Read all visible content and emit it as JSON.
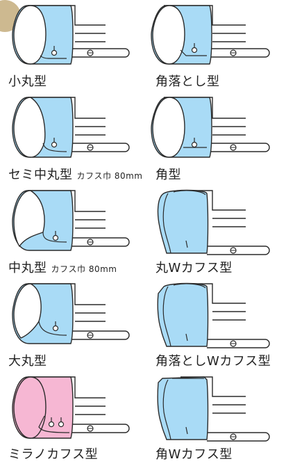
{
  "colors": {
    "cuff_fill": "#a9dbf6",
    "pink_fill": "#f6b7d3",
    "stroke": "#2a2a2a",
    "accent_circle": "#cdb990"
  },
  "cuffs": [
    {
      "label": "小丸型",
      "sub": ""
    },
    {
      "label": "角落とし型",
      "sub": ""
    },
    {
      "label": "セミ中丸型",
      "sub": "カフス巾 80mm"
    },
    {
      "label": "角型",
      "sub": ""
    },
    {
      "label": "中丸型",
      "sub": "カフス巾 80mm"
    },
    {
      "label": "丸Wカフス型",
      "sub": ""
    },
    {
      "label": "大丸型",
      "sub": ""
    },
    {
      "label": "角落としWカフス型",
      "sub": ""
    },
    {
      "label": "ミラノカフス型",
      "sub": ""
    },
    {
      "label": "角Wカフス型",
      "sub": ""
    }
  ]
}
